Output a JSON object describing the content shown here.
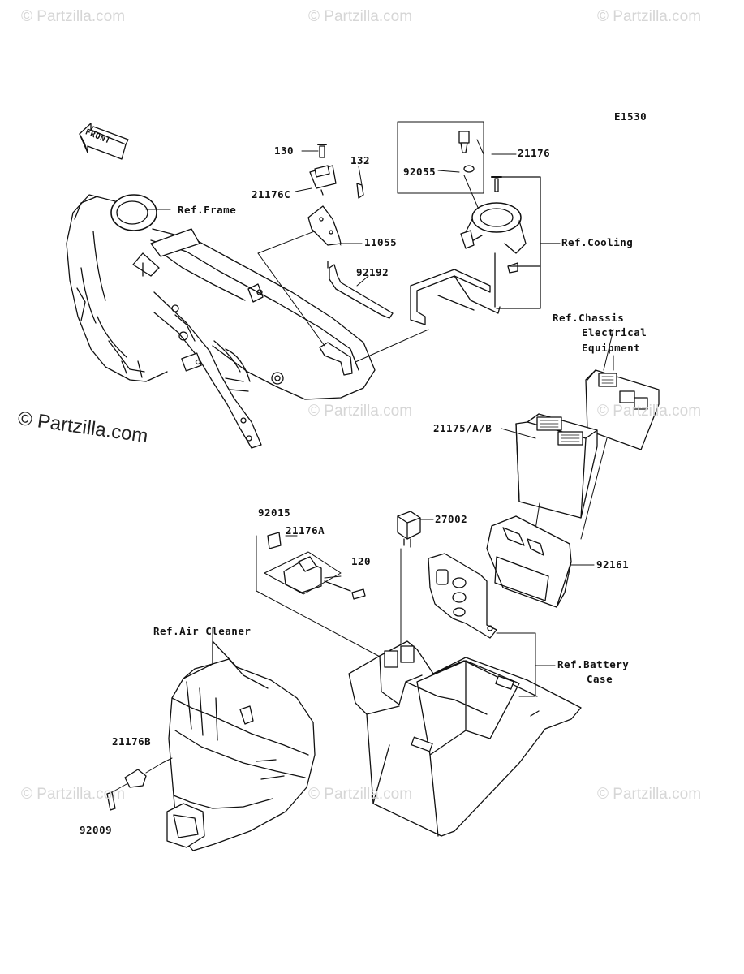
{
  "diagram_code": "E1530",
  "front_label": "FRONT",
  "watermark": "© Partzilla.com",
  "parts": {
    "p130": "130",
    "p132": "132",
    "p21176C": "21176C",
    "p11055": "11055",
    "p92192": "92192",
    "p21176": "21176",
    "p92055": "92055",
    "p21175": "21175/A/B",
    "p27002": "27002",
    "p92161": "92161",
    "p92015": "92015",
    "p21176A": "21176A",
    "p120": "120",
    "p21176B": "21176B",
    "p92009": "92009"
  },
  "refs": {
    "frame": "Ref.Frame",
    "cooling": "Ref.Cooling",
    "chassis_1": "Ref.Chassis",
    "chassis_2": "Electrical",
    "chassis_3": "Equipment",
    "air_cleaner": "Ref.Air Cleaner",
    "battery_1": "Ref.Battery",
    "battery_2": "Case"
  }
}
